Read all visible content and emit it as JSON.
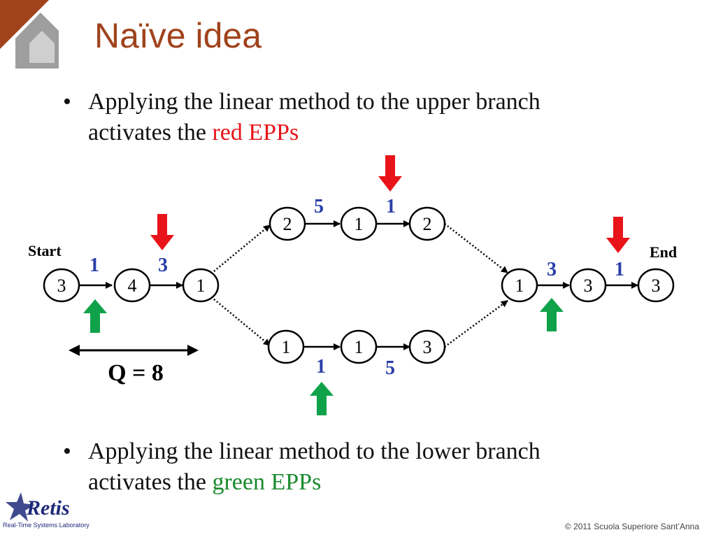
{
  "title": "Naïve idea",
  "bullets": [
    {
      "line1": "Applying the linear method to the upper branch",
      "prefix": "activates the ",
      "highlight": "red EPPs"
    },
    {
      "line1": "Applying the linear method to the lower branch",
      "prefix": "activates the ",
      "highlight": "green EPPs"
    }
  ],
  "diagram": {
    "start_label": "Start",
    "end_label": "End",
    "q_label": "Q = 8",
    "nodes": [
      "3",
      "4",
      "1",
      "2",
      "1",
      "2",
      "1",
      "1",
      "3",
      "1",
      "3",
      "3"
    ],
    "edge_labels": [
      "1",
      "3",
      "5",
      "1",
      "1",
      "5",
      "3",
      "1"
    ],
    "colors": {
      "red": "#e8141a",
      "green": "#0fa24a",
      "label_blue": "#2b3fa8"
    }
  },
  "logo": {
    "name": "Retis",
    "tagline": "Real-Time Systems Laboratory"
  },
  "footer": "© 2011 Scuola Superiore Sant’Anna"
}
